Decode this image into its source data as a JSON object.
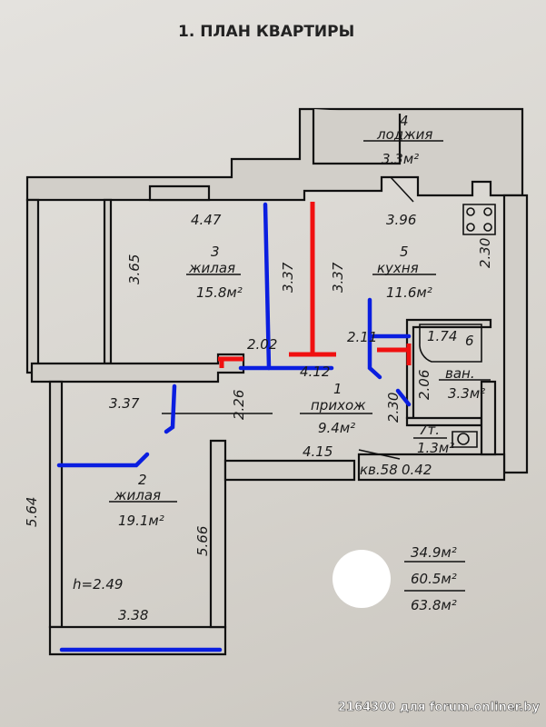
{
  "title": "1. ПЛАН КВАРТИРЫ",
  "rooms": {
    "loggia": {
      "num": "4",
      "name": "лоджия",
      "area": "3.3м²"
    },
    "bedroom3": {
      "num": "3",
      "name": "жилая",
      "area": "15.8м²"
    },
    "kitchen": {
      "num": "5",
      "name": "кухня",
      "area": "11.6м²"
    },
    "hall": {
      "num": "1",
      "name": "прихож",
      "area": "9.4м²"
    },
    "bedroom2": {
      "num": "2",
      "name": "жилая",
      "area": "19.1м²"
    },
    "bath": {
      "num": "6",
      "name": "ван.",
      "area": "3.3м²"
    },
    "wc": {
      "num": "7т.",
      "area": "1.3м²"
    }
  },
  "dimensions": {
    "d447": "4.47",
    "d396": "3.96",
    "d365": "3.65",
    "d337a": "3.37",
    "d337b": "3.37",
    "d230k": "2.30",
    "d202": "2.02",
    "d211": "2.11",
    "d174": "1.74",
    "d412": "4.12",
    "d226": "2.26",
    "d230h": "2.30",
    "d206": "2.06",
    "d415": "4.15",
    "apt": "кв.58",
    "d042": "0.42",
    "d337c": "3.37",
    "d564": "5.64",
    "d566": "5.66",
    "height": "h=2.49",
    "d338": "3.38"
  },
  "totals": [
    "34.9м²",
    "60.5м²",
    "63.8м²"
  ],
  "watermark": "2164300 для forum.onliner.by",
  "colors": {
    "new_wall": "#0a1ee0",
    "removed_wall": "#f01010"
  }
}
